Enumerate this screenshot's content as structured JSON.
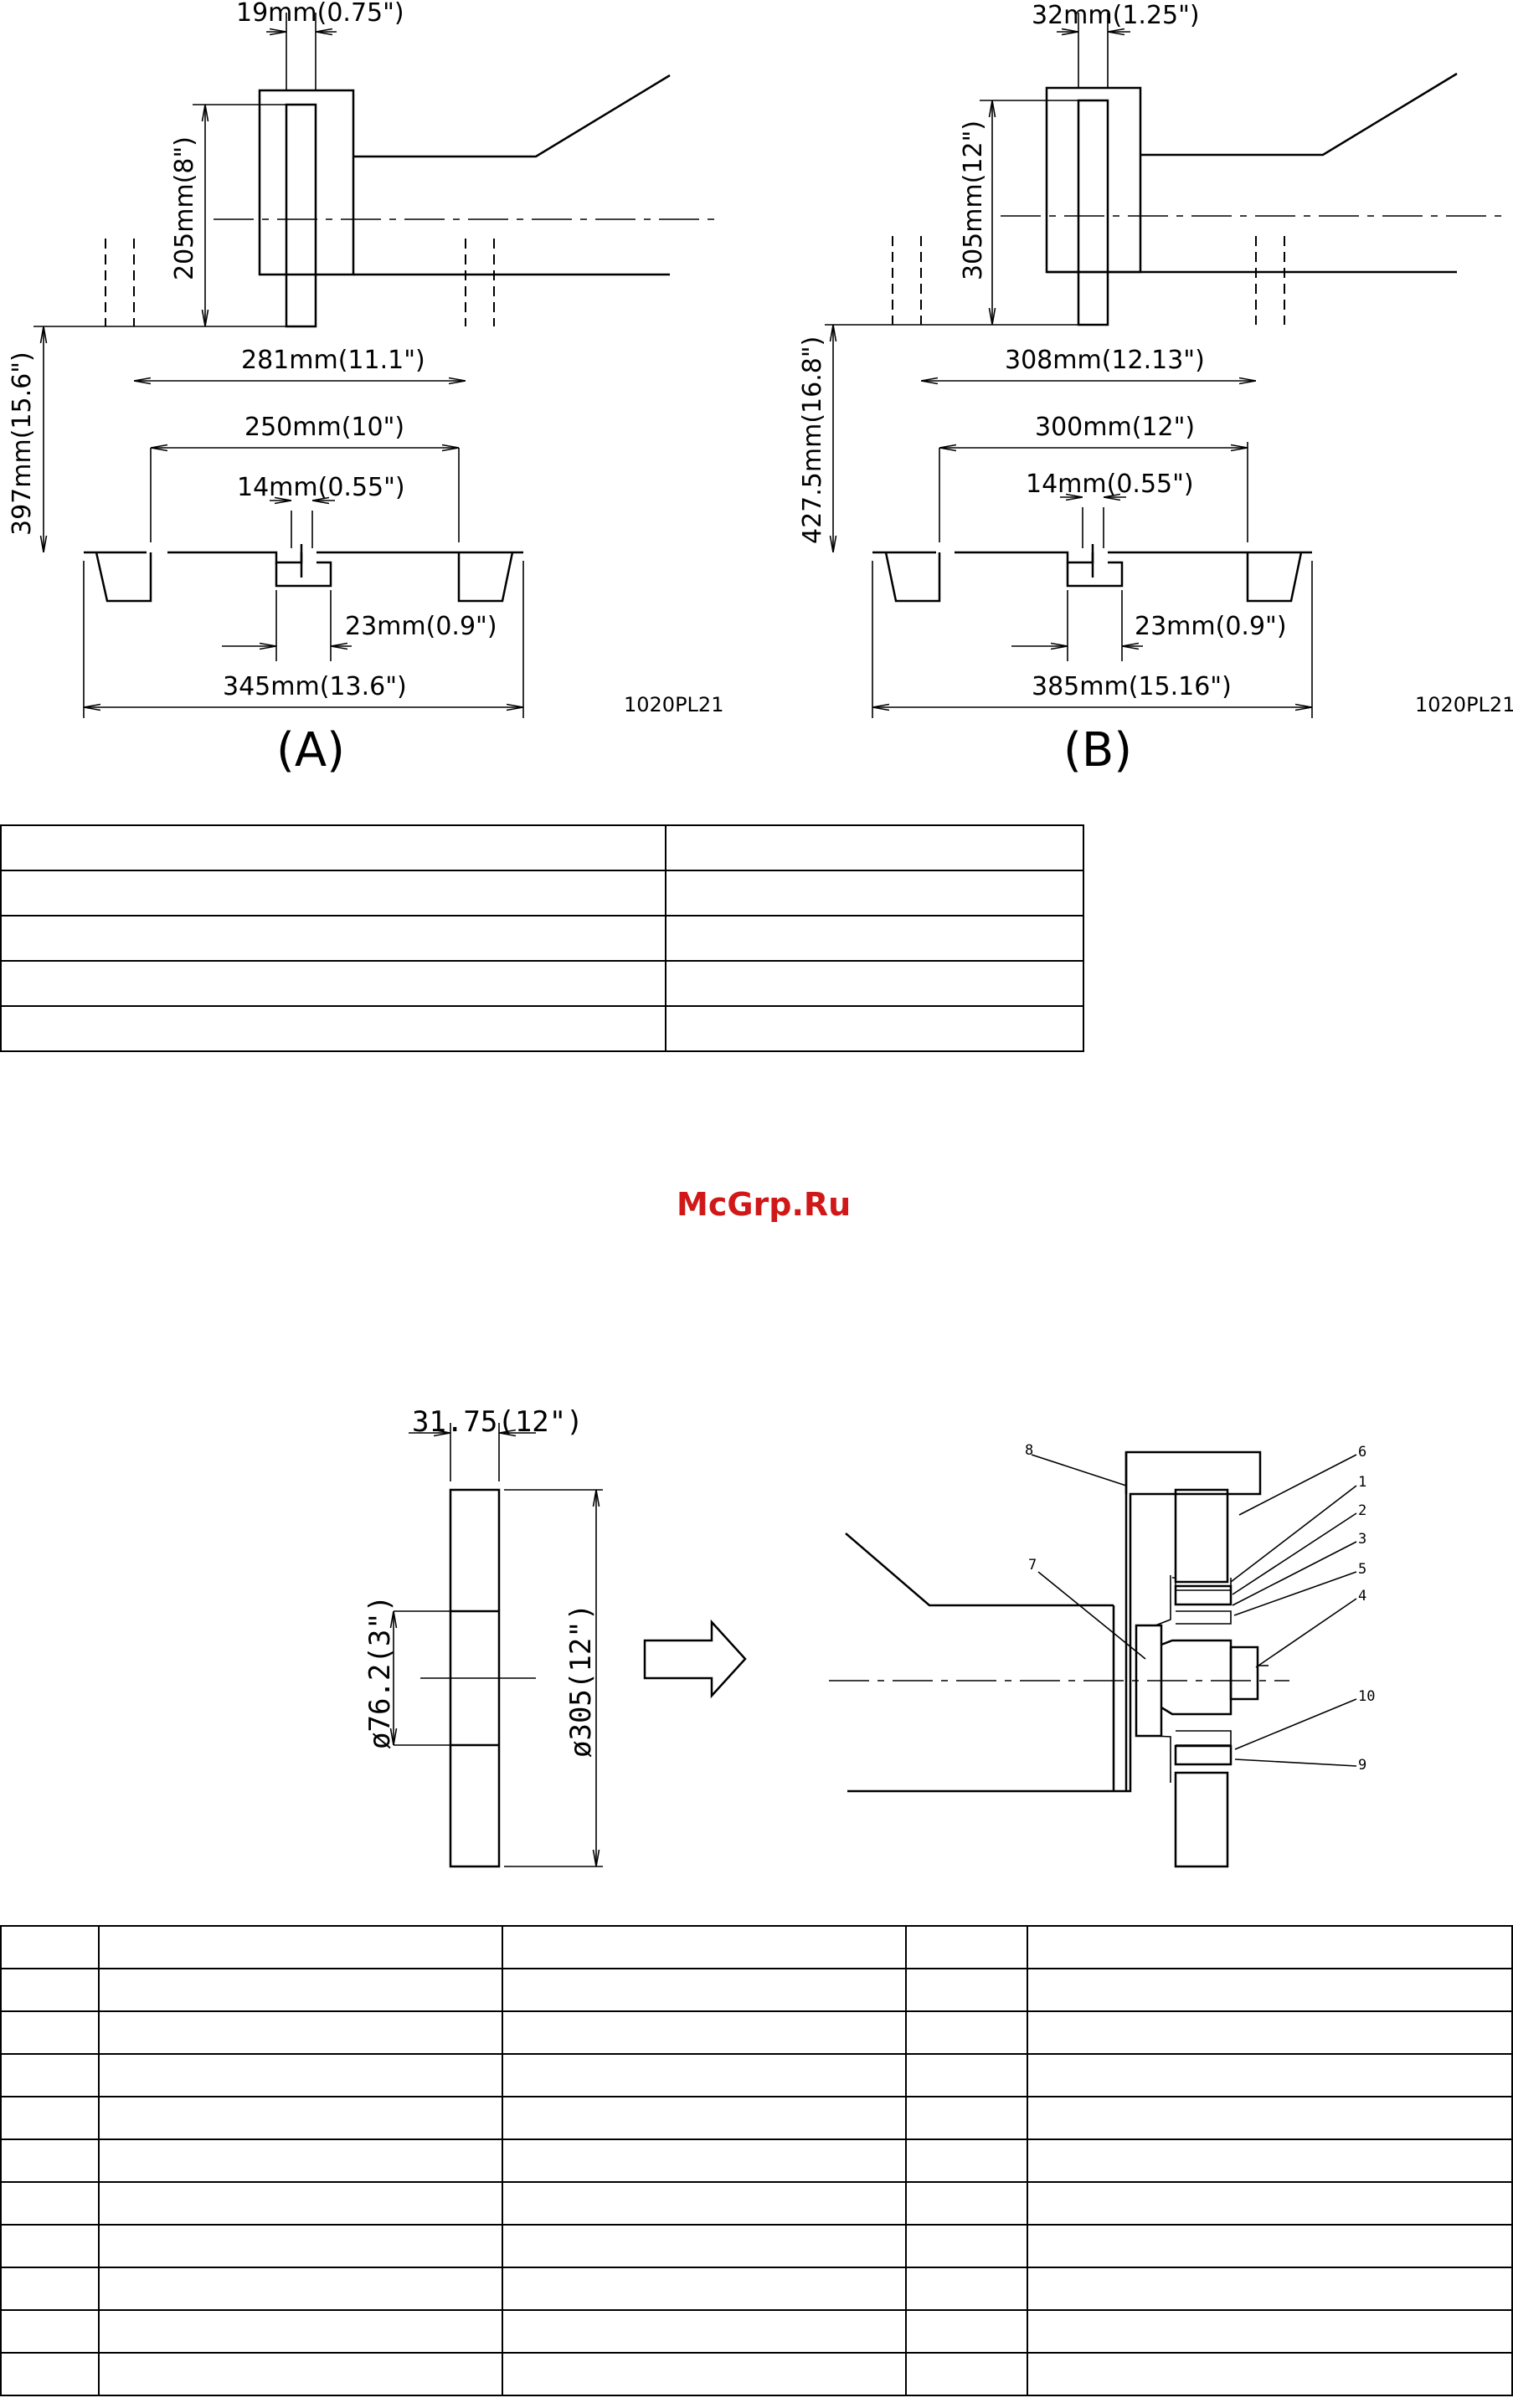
{
  "watermark": "McGrp.Ru",
  "fig_a": {
    "letter": "(A)",
    "code": "1020PL21",
    "dims": {
      "top_width": "19mm(0.75\")",
      "height": "205mm(8\")",
      "span": "281mm(11.1\")",
      "pulley_drop": "397mm(15.6\")",
      "groove_span": "250mm(10\")",
      "shaft": "14mm(0.55\")",
      "hub": "23mm(0.9\")",
      "overall": "345mm(13.6\")"
    }
  },
  "fig_b": {
    "letter": "(B)",
    "code": "1020PL21",
    "dims": {
      "top_width": "32mm(1.25\")",
      "height": "305mm(12\")",
      "span": "308mm(12.13\")",
      "pulley_drop": "427.5mm(16.8\")",
      "groove_span": "300mm(12\")",
      "shaft": "14mm(0.55\")",
      "hub": "23mm(0.9\")",
      "overall": "385mm(15.16\")"
    }
  },
  "wheel": {
    "width": "31.75(12\")",
    "bore": "ø76.2(3\")",
    "diameter": "ø305(12\")"
  },
  "assembly_callouts": [
    "8",
    "6",
    "1",
    "2",
    "3",
    "5",
    "4",
    "7",
    "10",
    "9"
  ],
  "table_top": {
    "rows": 5,
    "cols": 2
  },
  "table_bottom": {
    "rows": 11,
    "cols": 5
  }
}
